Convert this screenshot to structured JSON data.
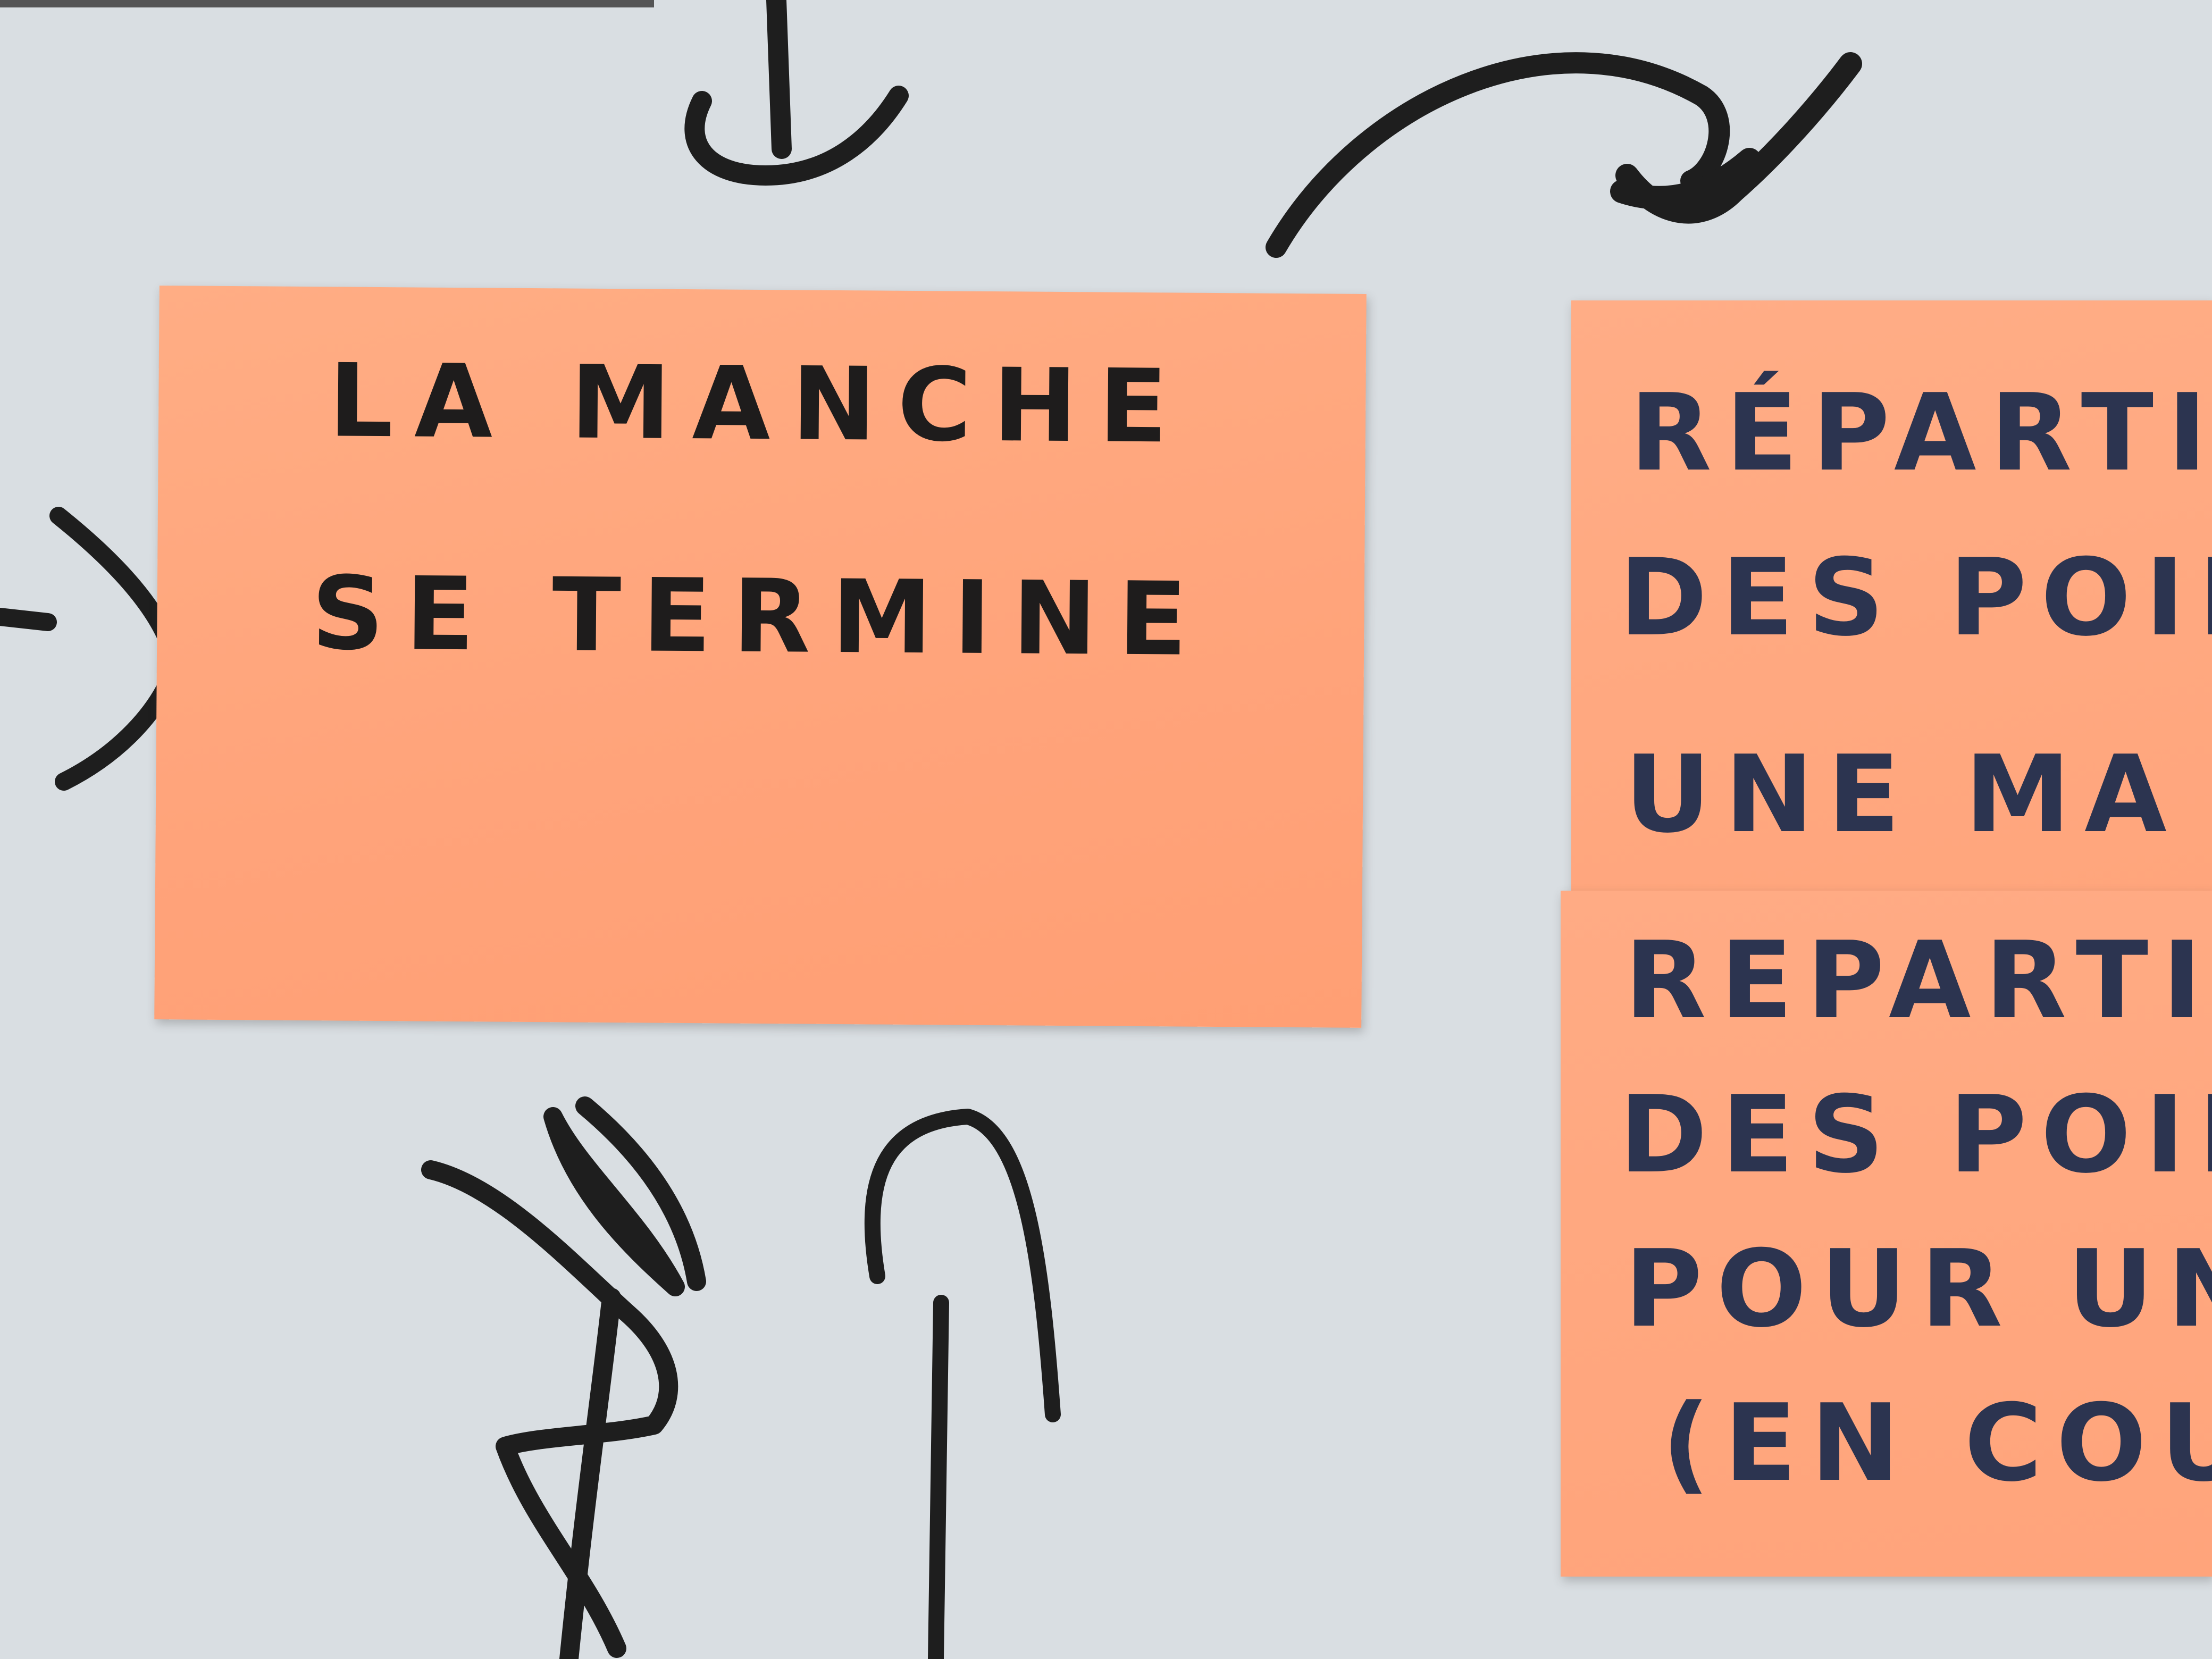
{
  "note_left": {
    "line1": "LA MANCHE",
    "line2": "SE TERMINE"
  },
  "note_right_top": {
    "line1": "RÉPARTIT",
    "line2": "DES POINTS",
    "line3": "UNE MA"
  },
  "note_right_bottom": {
    "line1": "REPARTIT",
    "line2": "DES POIN",
    "line3": "POUR UN",
    "line4": "(EN COU"
  },
  "colors": {
    "paper": "#d9dee2",
    "sticky_note": "#ffa47c",
    "marker_black": "#1e1c1c",
    "marker_blue": "#2c3450"
  }
}
